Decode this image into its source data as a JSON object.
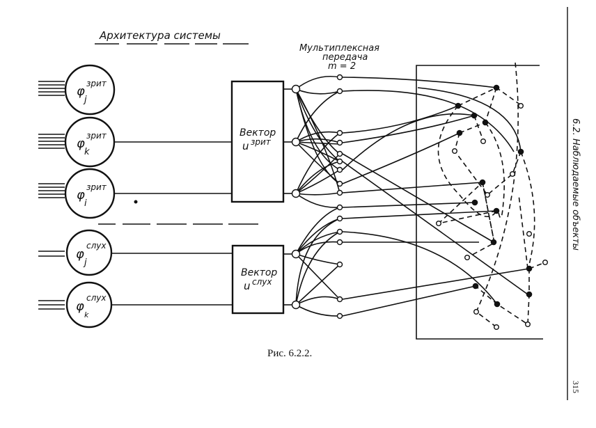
{
  "header": {
    "title": "Архитектура системы",
    "multiplex_label_line1": "Мультиплексная",
    "multiplex_label_line2": "передача",
    "multiplex_param": "m = 2"
  },
  "modules": [
    {
      "symbol": "φ",
      "sup": "зрит",
      "sub": "j",
      "group": "visual"
    },
    {
      "symbol": "φ",
      "sup": "зрит",
      "sub": "k",
      "group": "visual"
    },
    {
      "symbol": "φ",
      "sup": "зрит",
      "sub": "i",
      "group": "visual"
    },
    {
      "symbol": "φ",
      "sup": "слух",
      "sub": "j",
      "group": "auditory"
    },
    {
      "symbol": "φ",
      "sup": "слух",
      "sub": "k",
      "group": "auditory"
    }
  ],
  "vectors": [
    {
      "title": "Вектор",
      "var": "u",
      "sup": "зрит"
    },
    {
      "title": "Вектор",
      "var": "u",
      "sup": "слух"
    }
  ],
  "caption": "Рис. 6.2.2.",
  "running_head": "6.2. Наблюдаемые объекты",
  "page_number": "315"
}
